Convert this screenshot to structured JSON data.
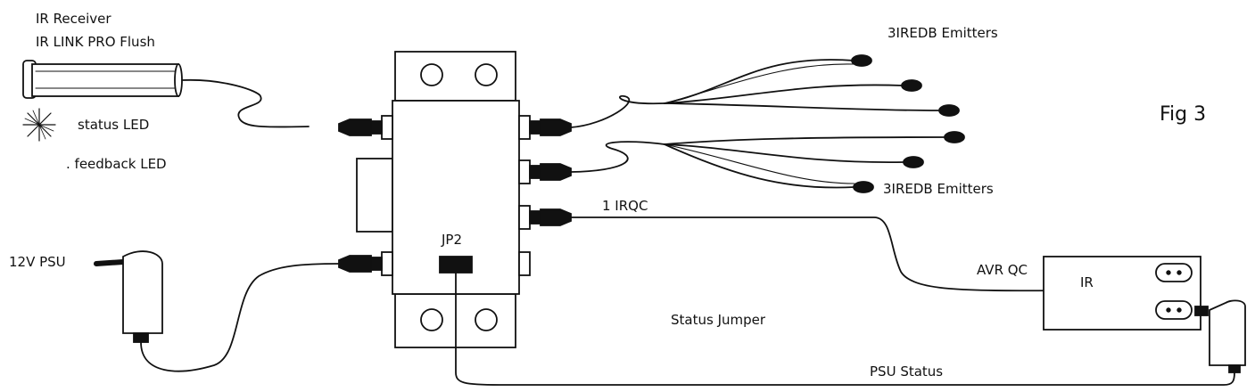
{
  "labels": {
    "ir_receiver": "IR Receiver",
    "ir_link": "IR LINK PRO Flush",
    "status_led": "status LED",
    "feedback_led": ". feedback LED",
    "psu_12v": "12V PSU",
    "jp2": "JP2",
    "emitters_top": "3IREDB Emitters",
    "emitters_bottom": "3IREDB Emitters",
    "irqc": "1 IRQC",
    "avr_qc": "AVR QC",
    "ir": "IR",
    "status_jumper": "Status Jumper",
    "psu_status": "PSU Status",
    "fig": "Fig 3"
  },
  "colors": {
    "line": "#111111",
    "fill": "#ffffff"
  }
}
